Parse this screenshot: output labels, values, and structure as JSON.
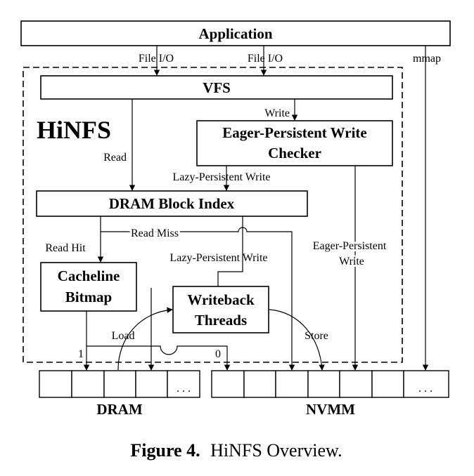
{
  "boxes": {
    "application": "Application",
    "vfs": "VFS",
    "eager_checker_line1": "Eager-Persistent Write",
    "eager_checker_line2": "Checker",
    "dram_block_index": "DRAM Block Index",
    "cacheline_bitmap_line1": "Cacheline",
    "cacheline_bitmap_line2": "Bitmap",
    "writeback_line1": "Writeback",
    "writeback_line2": "Threads"
  },
  "region_title": "HiNFS",
  "edge_labels": {
    "file_io_left": "File I/O",
    "file_io_right": "File I/O",
    "mmap": "mmap",
    "write": "Write",
    "read": "Read",
    "lazy_write_upper": "Lazy-Persistent Write",
    "read_miss": "Read Miss",
    "read_hit": "Read Hit",
    "lazy_write_lower": "Lazy-Persistent Write",
    "eager_write_line1": "Eager-Persistent",
    "eager_write_line2": "Write",
    "load": "Load",
    "store": "Store",
    "bit_one": "1",
    "bit_zero": "0"
  },
  "memories": {
    "dram_label": "DRAM",
    "nvmm_label": "NVMM",
    "ellipsis": ". . ."
  },
  "caption": {
    "number": "Figure 4.",
    "text": "HiNFS Overview."
  }
}
